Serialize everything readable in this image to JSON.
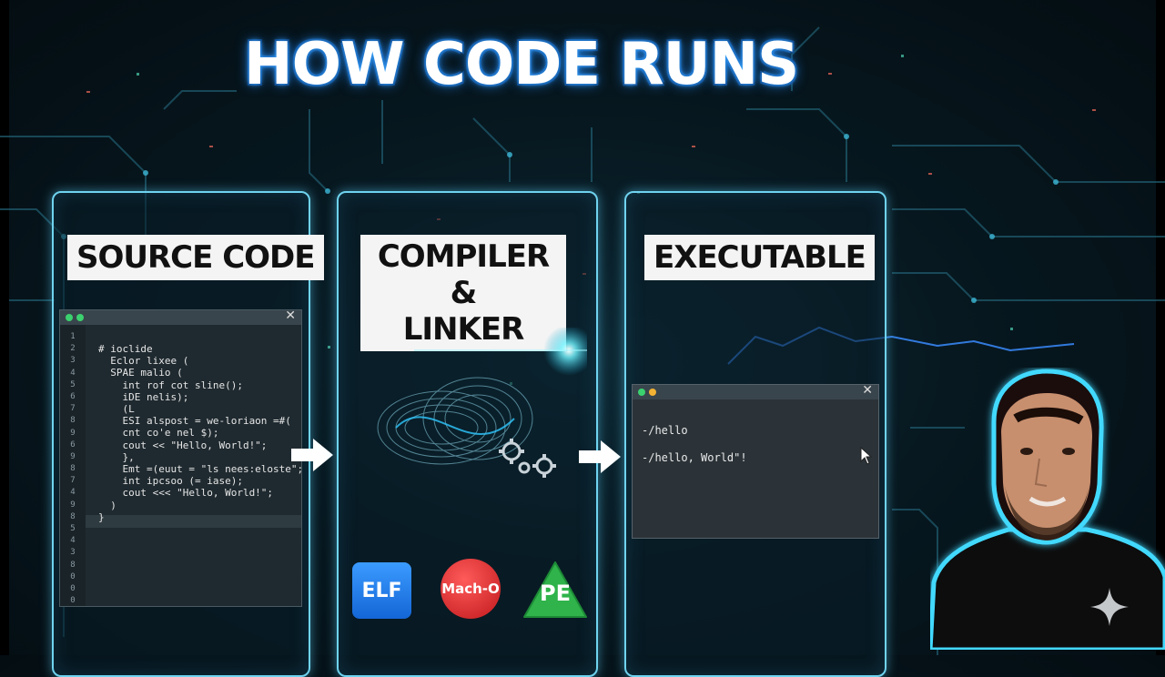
{
  "title": "HOW CODE RUNS",
  "panels": {
    "source": {
      "label": "SOURCE CODE"
    },
    "compiler": {
      "label_line1": "COMPILER &",
      "label_line2": "LINKER"
    },
    "executable": {
      "label": "EXECUTABLE"
    }
  },
  "code_editor": {
    "close_glyph": "✕",
    "line_numbers": [
      "1",
      "2",
      "3",
      "4",
      "5",
      "6",
      "7",
      "8",
      "9",
      "6",
      "9",
      "8",
      "7",
      "4",
      "9",
      "8",
      "5",
      "4",
      "3",
      "8",
      "0",
      "0",
      "0"
    ],
    "lines": [
      "# ioclide",
      "  Eclor lixee (",
      "  SPAE malio (",
      "    int rof cot sline();",
      "    iDE nelis);",
      "    (L",
      "    ESI alspost = we-loriaon =#(",
      "    cnt co'e nel $);",
      "    cout << \"Hello, World!\";",
      "    },",
      "    Emt =(euut = \"ls nees:eloste\";",
      "    int ipcsoo (= iase);",
      "    cout <<< \"Hello, World!\";",
      "  )",
      "}"
    ]
  },
  "terminal": {
    "close_glyph": "✕",
    "line1": "-/hello",
    "line2": "-/hello, World\"!"
  },
  "formats": {
    "elf": "ELF",
    "macho": "Mach-O",
    "pe": "PE"
  },
  "colors": {
    "panel_border": "#6fd3ef",
    "title_glow": "#1c74d4",
    "elf": "#1466d6",
    "macho": "#c1181b",
    "pe": "#2fb34a"
  }
}
